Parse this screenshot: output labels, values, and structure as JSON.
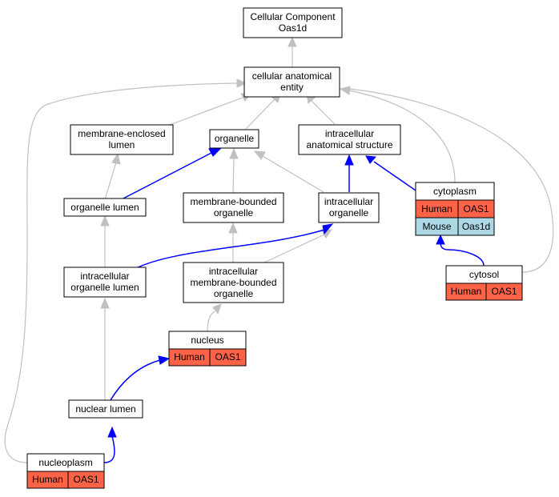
{
  "nodes": {
    "root": {
      "lines": [
        "Cellular Component",
        "Oas1d"
      ]
    },
    "cae": {
      "lines": [
        "cellular anatomical",
        "entity"
      ]
    },
    "mel": {
      "lines": [
        "membrane-enclosed",
        "lumen"
      ]
    },
    "organelle": {
      "lines": [
        "organelle"
      ]
    },
    "ias": {
      "lines": [
        "intracellular",
        "anatomical structure"
      ]
    },
    "orglumen": {
      "lines": [
        "organelle lumen"
      ]
    },
    "mbo": {
      "lines": [
        "membrane-bounded",
        "organelle"
      ]
    },
    "io": {
      "lines": [
        "intracellular",
        "organelle"
      ]
    },
    "cytoplasm": {
      "lines": [
        "cytoplasm"
      ],
      "annotations": [
        [
          "Human",
          "OAS1"
        ],
        [
          "Mouse",
          "Oas1d"
        ]
      ]
    },
    "iol": {
      "lines": [
        "intracellular",
        "organelle lumen"
      ]
    },
    "imbo": {
      "lines": [
        "intracellular",
        "membrane-bounded",
        "organelle"
      ]
    },
    "cytosol": {
      "lines": [
        "cytosol"
      ],
      "annotations": [
        [
          "Human",
          "OAS1"
        ]
      ]
    },
    "nucleus": {
      "lines": [
        "nucleus"
      ],
      "annotations": [
        [
          "Human",
          "OAS1"
        ]
      ]
    },
    "nuclumen": {
      "lines": [
        "nuclear lumen"
      ]
    },
    "nucleoplasm": {
      "lines": [
        "nucleoplasm"
      ],
      "annotations": [
        [
          "Human",
          "OAS1"
        ]
      ]
    }
  },
  "colors": {
    "human_fill": "#ff6347",
    "mouse_fill": "#add8e6",
    "isa_edge": "#c0c0c0",
    "partof_edge": "#0000ff"
  }
}
